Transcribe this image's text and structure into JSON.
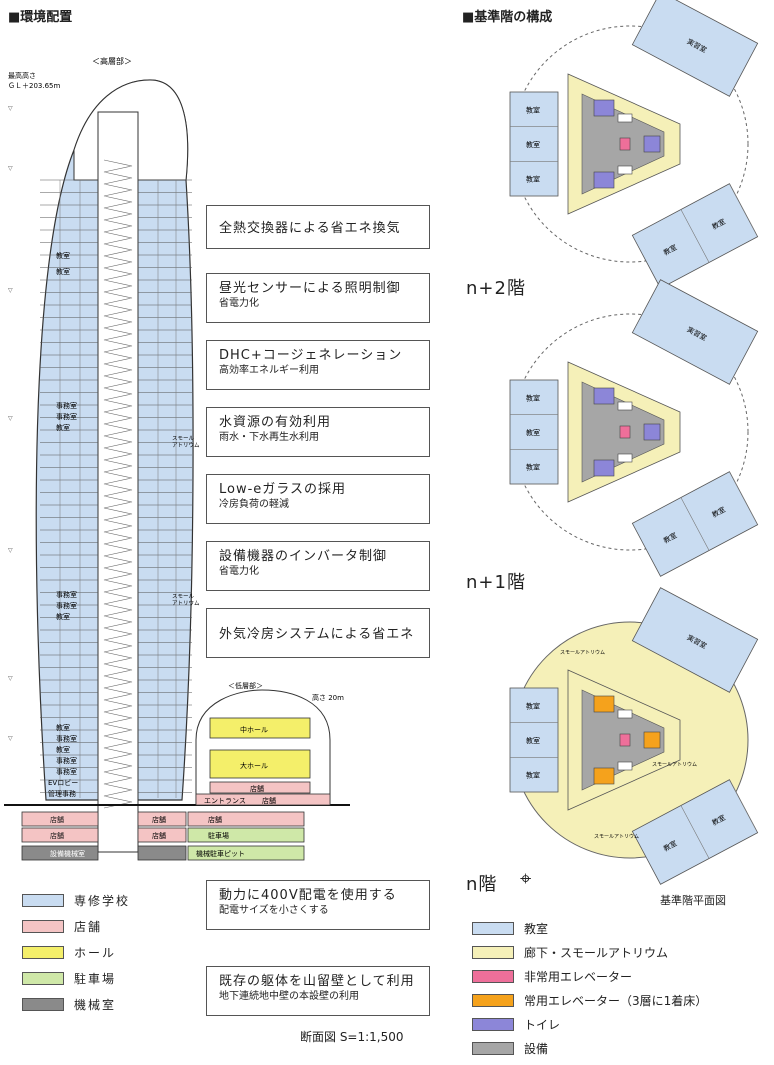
{
  "left_header": "■環境配置",
  "right_header": "■基準階の構成",
  "section": {
    "high_rise_label": "＜高層部＞",
    "max_height_label": "最高高さ",
    "max_height_value": "ＧＬ＋203.65m",
    "low_rise_label": "＜低層部＞",
    "low_height_label": "高さ 20m",
    "caption": "断面図 S=1:1,500",
    "rooms": {
      "classroom": "教室",
      "office": "事務室",
      "small_atrium": "スモール\nアトリウム",
      "ev_lobby": "EVロビー",
      "admin_office": "管理事務",
      "store": "店舗",
      "parking": "駐車場",
      "machine_room": "設備機械室",
      "mid_hall": "中ホール",
      "large_hall": "大ホール",
      "entrance": "エントランス",
      "mech_parking_pit": "機械駐車ピット"
    }
  },
  "features": [
    {
      "title": "全熱交換器による省エネ換気",
      "sub": ""
    },
    {
      "title": "昼光センサーによる照明制御",
      "sub": "省電力化"
    },
    {
      "title": "DHC+コージェネレーション",
      "sub": "高効率エネルギー利用"
    },
    {
      "title": "水資源の有効利用",
      "sub": "雨水・下水再生水利用"
    },
    {
      "title": "Low-eガラスの採用",
      "sub": "冷房負荷の軽減"
    },
    {
      "title": "設備機器のインバータ制御",
      "sub": "省電力化"
    },
    {
      "title": "外気冷房システムによる省エネ",
      "sub": ""
    },
    {
      "title": "動力に400V配電を使用する",
      "sub": "配電サイズを小さくする"
    },
    {
      "title": "既存の躯体を山留壁として利用",
      "sub": "地下連続地中壁の本設壁の利用"
    }
  ],
  "left_legend": [
    {
      "label": "専修学校",
      "color": "#c9dcf1"
    },
    {
      "label": "店舗",
      "color": "#f4c4c4"
    },
    {
      "label": "ホール",
      "color": "#f4ef6a"
    },
    {
      "label": "駐車場",
      "color": "#cfe8a8"
    },
    {
      "label": "機械室",
      "color": "#8a8a8a"
    }
  ],
  "floors": [
    {
      "label": "n+2階"
    },
    {
      "label": "n+1階"
    },
    {
      "label": "n階"
    }
  ],
  "floor_plan_caption": "基準階平面図",
  "plan_rooms": {
    "classroom": "教室",
    "staff_room": "実習室",
    "small_atrium": "スモールアトリウム"
  },
  "right_legend": [
    {
      "label": "教室",
      "color": "#c9dcf1"
    },
    {
      "label": "廊下・スモールアトリウム",
      "color": "#f5f0b8"
    },
    {
      "label": "非常用エレベーター",
      "color": "#ee6f9a"
    },
    {
      "label": "常用エレベーター（3層に1着床）",
      "color": "#f5a21c"
    },
    {
      "label": "トイレ",
      "color": "#8c86d8"
    },
    {
      "label": "設備",
      "color": "#a6a6a6"
    }
  ],
  "colors": {
    "school": "#c9dcf1",
    "corridor": "#f5f0b8",
    "store": "#f4c4c4",
    "hall": "#f4ef6a",
    "parking": "#cfe8a8",
    "machine": "#8a8a8a",
    "emergency_ev": "#ee6f9a",
    "normal_ev": "#f5a21c",
    "toilet": "#8c86d8",
    "equipment": "#a6a6a6"
  }
}
